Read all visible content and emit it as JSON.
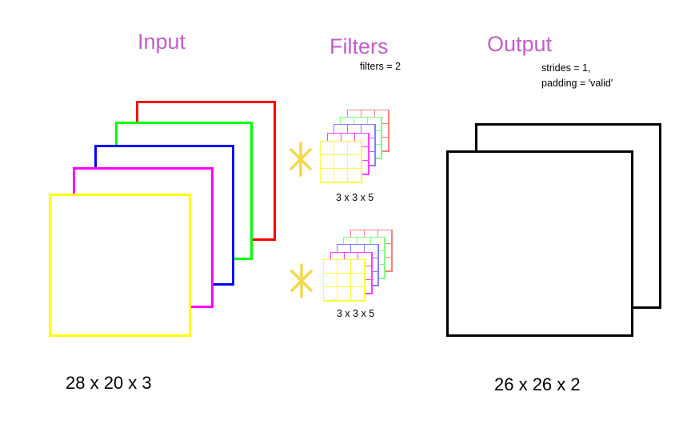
{
  "input": {
    "title": "Input",
    "dims": "28 x 20 x 3",
    "layer_colors": [
      "#ff0000",
      "#00ff00",
      "#0000ff",
      "#ff00ff",
      "#ffff00"
    ]
  },
  "filters": {
    "title": "Filters",
    "count_label": "filters = 2",
    "groups": [
      {
        "dims": "3 x 3 x 5"
      },
      {
        "dims": "3 x 3 x 5"
      }
    ],
    "kernel_colors": [
      "#ff8080",
      "#80ff80",
      "#8080ff",
      "#ff40ff",
      "#ffff40"
    ],
    "operator_color": "#f5d84a"
  },
  "output": {
    "title": "Output",
    "params": [
      "strides = 1,",
      "padding = 'valid'"
    ],
    "dims": "26 x 26 x 2",
    "layer_color": "#000000"
  },
  "colors": {
    "heading": "#c060c8"
  }
}
